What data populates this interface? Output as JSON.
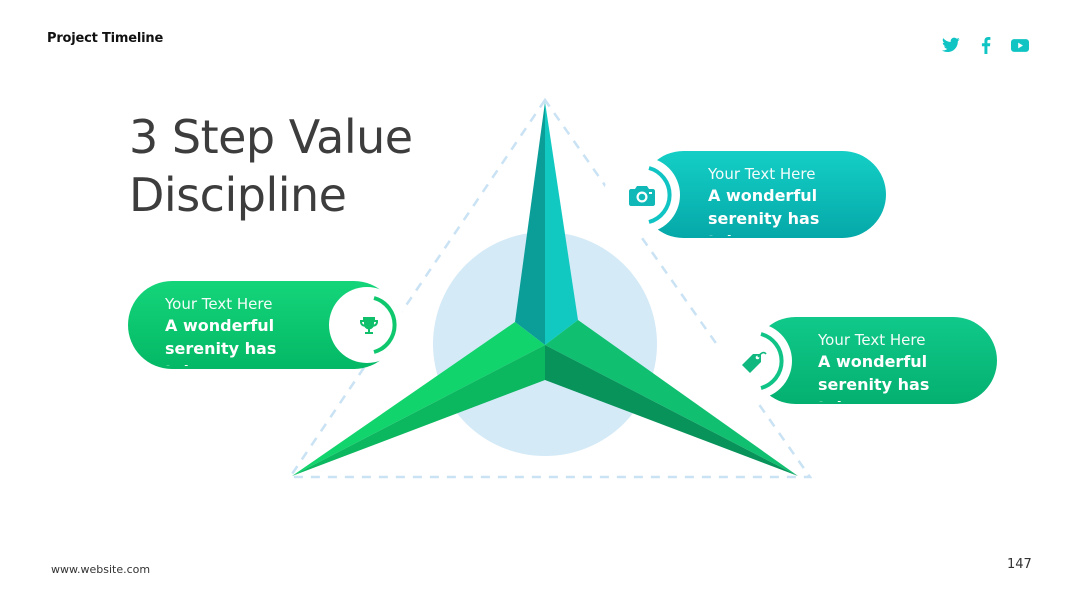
{
  "header": {
    "title": "Project Timeline"
  },
  "social": [
    {
      "name": "twitter-icon",
      "color": "#10c4c4"
    },
    {
      "name": "facebook-icon",
      "color": "#10c4c4"
    },
    {
      "name": "youtube-icon",
      "color": "#10c4c4"
    }
  ],
  "headline": {
    "line1": "3 Step Value",
    "line2": "Discipline"
  },
  "steps": [
    {
      "id": "left",
      "title": "Your Text Here",
      "body": "A wonderful serenity has taken",
      "icon": "trophy-icon",
      "color_top": "#14d57a",
      "color_bottom": "#04b865"
    },
    {
      "id": "top-right",
      "title": "Your Text Here",
      "body": "A wonderful serenity has taken",
      "icon": "camera-icon",
      "color_top": "#14cfc6",
      "color_bottom": "#05a8a8"
    },
    {
      "id": "bottom-right",
      "title": "Your Text Here",
      "body": "A wonderful serenity has taken",
      "icon": "tag-icon",
      "color_top": "#10c98a",
      "color_bottom": "#04b070"
    }
  ],
  "colors": {
    "teal": "#10c4c4",
    "green": "#12c76f",
    "circle": "#d4eaf7",
    "triangle_dash": "#c9e2f4",
    "headline": "#3d3d3d"
  },
  "footer": {
    "url": "www.website.com",
    "page": "147"
  }
}
